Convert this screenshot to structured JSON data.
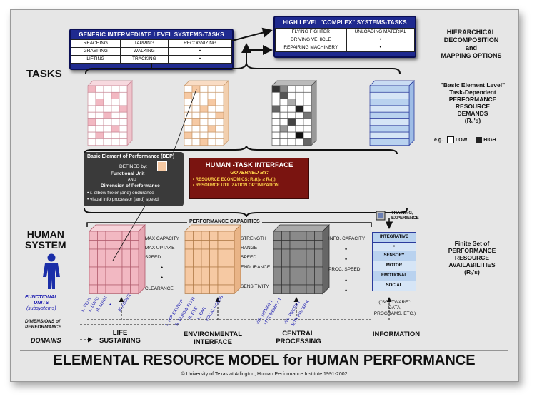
{
  "generic_box": {
    "title": "GENERIC INTERMEDIATE LEVEL SYSTEMS-TASKS",
    "rows": [
      [
        "REACHING",
        "TAPPING",
        "RECOGNIZING"
      ],
      [
        "GRASPING",
        "WALKING",
        "•"
      ],
      [
        "LIFTING",
        "TRACKING",
        "•"
      ]
    ]
  },
  "complex_box": {
    "title": "HIGH LEVEL \"COMPLEX\" SYSTEMS-TASKS",
    "rows": [
      [
        "FLYING FIGHTER",
        "UNLOADING MATERIAL"
      ],
      [
        "DRIVING VEHICLE",
        "•"
      ],
      [
        "REPAIRING MACHINERY",
        "•"
      ]
    ]
  },
  "right_top": {
    "l1": "HIERARCHICAL",
    "l2": "DECOMPOSITION",
    "l3": "and",
    "l4": "MAPPING OPTIONS"
  },
  "tasks_label": "TASKS",
  "bel": {
    "l1": "\"Basic Element Level\"",
    "l2": "Task-Dependent",
    "l3": "PERFORMANCE",
    "l4": "RESOURCE",
    "l5": "DEMANDS",
    "l6": "(R₀'s)"
  },
  "legend": {
    "eg": "e.g.",
    "low": "LOW",
    "high": "HIGH"
  },
  "bep": {
    "title": "Basic Element of Performance (BEP)",
    "defined": "DEFINED by:",
    "fu": "Functional Unit",
    "and": "AND",
    "dim": "Dimension of Performance",
    "ex1": "• r. elbow flexor (and) endurance",
    "ex2": "• visual info processor (and) speed"
  },
  "hti": {
    "title": "HUMAN -TASK INTERFACE",
    "gov": "GOVERNED BY:",
    "l1": "• RESOURCE ECONOMICS: Rₐ(t)ᵢₒ ≥ R₀(t)",
    "l2": "• RESOURCE UTILIZATION OPTIMIZATION"
  },
  "human_system": {
    "l1": "HUMAN",
    "l2": "SYSTEM"
  },
  "perf_cap": "PERFORMANCE CAPACITIES",
  "training": {
    "l1": "TRAINING,",
    "l2": "EXPERIENCE"
  },
  "life_caps": [
    "MAX CAPACITY",
    "MAX UPTAKE",
    "SPEED",
    "CLEARANCE"
  ],
  "env_caps": [
    "STRENGTH",
    "RANGE",
    "SPEED",
    "ENDURANCE",
    "SENSITIVITY"
  ],
  "central_caps": [
    "INFO. CAPACITY",
    "PROC. SPEED"
  ],
  "info_items": [
    "INTEGRATIVE",
    "SENSORY",
    "MOTOR",
    "EMOTIONAL",
    "SOCIAL"
  ],
  "software": {
    "l1": "(\"SOFTWARE\":",
    "l2": "DATA,",
    "l3": "PROGRAMS, ETC.)"
  },
  "finite": {
    "l1": "Finite Set of",
    "l2": "PERFORMANCE",
    "l3": "RESOURCE",
    "l4": "AVAILABILITIES",
    "l5": "(Rₐ's)"
  },
  "functional_units": {
    "l1": "FUNCTIONAL",
    "l2": "UNITS",
    "l3": "(subsystems)"
  },
  "dimensions": {
    "l1": "DIMENSIONS of",
    "l2": "PERFORMANCE"
  },
  "domains_label": "DOMAINS",
  "life_annot": [
    "L. VENT.",
    "L. LUNG",
    "R. LUNG",
    "BLADDER"
  ],
  "env_annot": [
    "L. HIP EXTNSR",
    "R. ELBOW FLXR",
    "R. EYE",
    "L. EAR",
    "VOCAL FOLDS"
  ],
  "central_annot": [
    "VIS. MEMRY I",
    "MTR MEMRY J",
    "VIS. PRCSR I",
    "MTR PRCSR K"
  ],
  "domains": [
    {
      "l1": "LIFE",
      "l2": "SUSTAINING"
    },
    {
      "l1": "ENVIRONMENTAL",
      "l2": "INTERFACE"
    },
    {
      "l1": "CENTRAL",
      "l2": "PROCESSING"
    },
    {
      "l1": "INFORMATION",
      "l2": ""
    }
  ],
  "main_title": "ELEMENTAL RESOURCE MODEL for HUMAN PERFORMANCE",
  "copyright": "© University of Texas at Arlington, Human Performance Institute 1991-2002",
  "colors": {
    "navy": "#1f2a8f",
    "pink": "#f2b8c2",
    "peach": "#f6c9a3",
    "gray": "#8a8a8a",
    "blue": "#b9d2ef",
    "interface_red": "#7a1410",
    "bep_dark": "#3a3a3a"
  }
}
